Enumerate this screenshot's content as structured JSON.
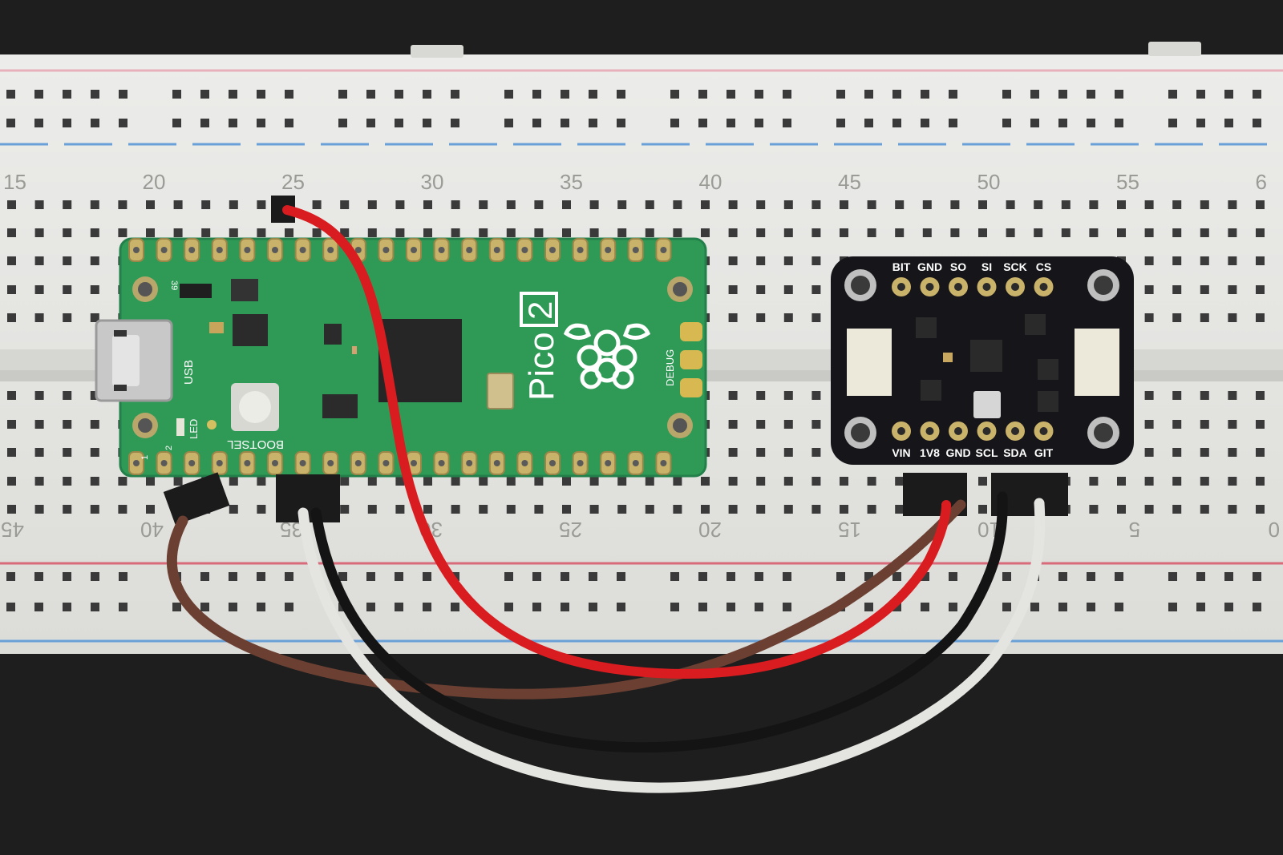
{
  "breadboard": {
    "top_numbers": [
      "15",
      "20",
      "25",
      "30",
      "35",
      "40",
      "45",
      "50",
      "55",
      "6"
    ],
    "bottom_numbers": [
      "45",
      "40",
      "35",
      "30",
      "25",
      "20",
      "15",
      "10",
      "5",
      "0"
    ]
  },
  "pico": {
    "logo_text": "Pico",
    "logo_badge": "2",
    "label_usb": "USB",
    "label_led": "LED",
    "label_bootsel": "BOOTSEL",
    "label_debug": "DEBUG",
    "pin_39": "39",
    "pin_1": "1",
    "pin_2": "2"
  },
  "sensor": {
    "top_pins": [
      "BIT",
      "GND",
      "SO",
      "SI",
      "SCK",
      "CS"
    ],
    "bottom_pins": [
      "VIN",
      "1V8",
      "GND",
      "SCL",
      "SDA",
      "GIT"
    ]
  },
  "colors": {
    "pico_pcb": "#2f9a55",
    "sensor_pcb": "#15151a",
    "wire_red": "#d81c20",
    "wire_brown": "#6b4032",
    "wire_black": "#141414",
    "wire_white": "#e4e4e0",
    "breadboard": "#e9e9e5",
    "rail_red": "#d86a7a",
    "rail_blue": "#6aa0d8"
  }
}
